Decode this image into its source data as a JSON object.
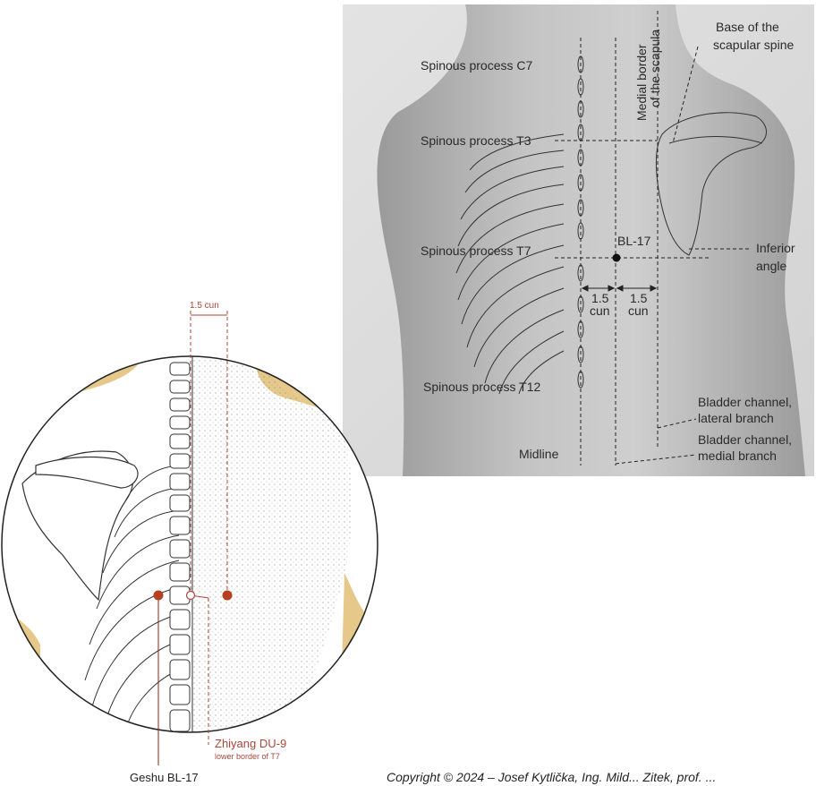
{
  "photo_panel": {
    "labels": {
      "spinous_c7": "Spinous process C7",
      "spinous_t3": "Spinous process T3",
      "spinous_t7": "Spinous process T7",
      "spinous_t12": "Spinous process T12",
      "midline": "Midline",
      "medial_border_line1": "Medial border",
      "medial_border_line2": "of the scapula",
      "base_spine_line1": "Base of the",
      "base_spine_line2": "scapular spine",
      "inferior_line1": "Inferior",
      "inferior_line2": "angle",
      "bl17": "BL-17",
      "measure_left_num": "1.5",
      "measure_left_unit": "cun",
      "measure_right_num": "1.5",
      "measure_right_unit": "cun",
      "lateral_line1": "Bladder channel,",
      "lateral_line2": "lateral branch",
      "medial_line1": "Bladder channel,",
      "medial_line2": "medial branch"
    }
  },
  "circle_panel": {
    "labels": {
      "cun": "1.5 cun",
      "zhiyang": "Zhiyang DU-9",
      "zhiyang_sub": "lower border of T7",
      "geshu": "Geshu BL-17"
    },
    "colors": {
      "skin_tan": "#e6c98a",
      "point_red": "#b4401f",
      "guide_red": "#a8473a"
    }
  },
  "footer": {
    "copyright": "Copyright © 2024 – Josef Kytlička, Ing. Mild... Zitek, prof. ..."
  }
}
